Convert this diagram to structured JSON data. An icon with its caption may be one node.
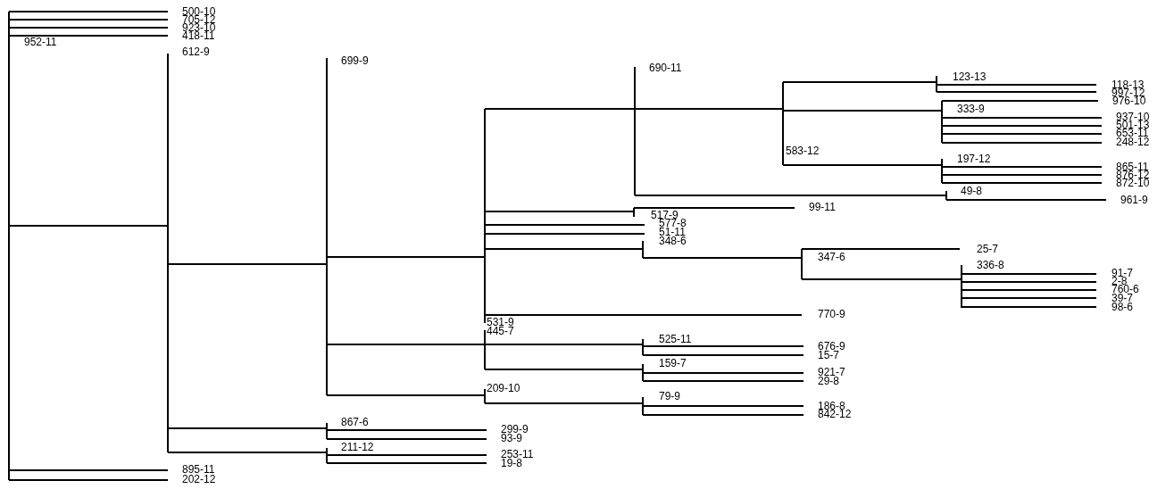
{
  "diagram": {
    "nodes": [
      {
        "text": [
          "952-11"
        ]
      },
      {
        "text": [
          "500-10"
        ]
      },
      {
        "text": [
          "705-12"
        ]
      },
      {
        "text": [
          "923-10"
        ]
      },
      {
        "text": [
          "418-11"
        ]
      },
      {
        "text": [
          "612-9"
        ]
      },
      {
        "text": [
          "699-9"
        ]
      },
      {
        "text": [
          "690-11"
        ]
      },
      {
        "text": [
          "123-13"
        ]
      },
      {
        "text": [
          "118-13"
        ]
      },
      {
        "text": [
          "997-12"
        ]
      },
      {
        "text": [
          "976-10"
        ]
      },
      {
        "text": [
          "333-9"
        ]
      },
      {
        "text": [
          "937-10"
        ]
      },
      {
        "text": [
          "501-13"
        ]
      },
      {
        "text": [
          "653-11"
        ]
      },
      {
        "text": [
          "248-12"
        ]
      },
      {
        "text": [
          "583-12"
        ]
      },
      {
        "text": [
          "197-12"
        ]
      },
      {
        "text": [
          "865-11"
        ]
      },
      {
        "text": [
          "876-12"
        ]
      },
      {
        "text": [
          "872-10"
        ]
      },
      {
        "text": [
          "49-8"
        ]
      },
      {
        "text": [
          "961-9"
        ]
      },
      {
        "text": [
          "517-9"
        ]
      },
      {
        "text": [
          "99-11"
        ]
      },
      {
        "text": [
          "577-8"
        ]
      },
      {
        "text": [
          "51-11"
        ]
      },
      {
        "text": [
          "348-6"
        ]
      },
      {
        "text": [
          "25-7"
        ]
      },
      {
        "text": [
          "347-6"
        ]
      },
      {
        "text": [
          "336-8"
        ]
      },
      {
        "text": [
          "91-7"
        ]
      },
      {
        "text": [
          "2-8"
        ]
      },
      {
        "text": [
          "760-6"
        ]
      },
      {
        "text": [
          "39-7"
        ]
      },
      {
        "text": [
          "98-6"
        ]
      },
      {
        "text": [
          "770-9"
        ]
      },
      {
        "text": [
          "531-9"
        ]
      },
      {
        "text": [
          "445-7"
        ]
      },
      {
        "text": [
          "525-11"
        ]
      },
      {
        "text": [
          "676-9"
        ]
      },
      {
        "text": [
          "15-7"
        ]
      },
      {
        "text": [
          "159-7"
        ]
      },
      {
        "text": [
          "921-7"
        ]
      },
      {
        "text": [
          "29-8"
        ]
      },
      {
        "text": [
          "209-10"
        ]
      },
      {
        "text": [
          "79-9"
        ]
      },
      {
        "text": [
          "186-8"
        ]
      },
      {
        "text": [
          "842-12"
        ]
      },
      {
        "text": [
          "867-6"
        ]
      },
      {
        "text": [
          "299-9"
        ]
      },
      {
        "text": [
          "93-9"
        ]
      },
      {
        "text": [
          "211-12"
        ]
      },
      {
        "text": [
          "253-11"
        ]
      },
      {
        "text": [
          "19-8"
        ]
      },
      {
        "text": [
          "895-11"
        ]
      },
      {
        "text": [
          "202-12"
        ]
      }
    ],
    "edges": [
      {
        "from": 0,
        "to": 1,
        "arrow": "none"
      },
      {
        "from": 0,
        "to": 2,
        "arrow": "none"
      },
      {
        "from": 0,
        "to": 3,
        "arrow": "none"
      },
      {
        "from": 0,
        "to": 4,
        "arrow": "none"
      },
      {
        "from": 0,
        "to": 5,
        "arrow": "none"
      },
      {
        "from": 0,
        "to": 56,
        "arrow": "none"
      },
      {
        "from": 0,
        "to": 57,
        "arrow": "none"
      },
      {
        "from": 5,
        "to": 6,
        "arrow": "none"
      },
      {
        "from": 5,
        "to": 50,
        "arrow": "none"
      },
      {
        "from": 5,
        "to": 53,
        "arrow": "none"
      },
      {
        "from": 6,
        "to": 38,
        "arrow": "none"
      },
      {
        "from": 6,
        "to": 39,
        "arrow": "none"
      },
      {
        "from": 6,
        "to": 46,
        "arrow": "none"
      },
      {
        "from": 38,
        "to": 7,
        "arrow": "none"
      },
      {
        "from": 38,
        "to": 24,
        "arrow": "none"
      },
      {
        "from": 38,
        "to": 26,
        "arrow": "none"
      },
      {
        "from": 38,
        "to": 27,
        "arrow": "none"
      },
      {
        "from": 38,
        "to": 28,
        "arrow": "none"
      },
      {
        "from": 38,
        "to": 37,
        "arrow": "none"
      },
      {
        "from": 7,
        "to": 17,
        "arrow": "none"
      },
      {
        "from": 7,
        "to": 22,
        "arrow": "none"
      },
      {
        "from": 17,
        "to": 8,
        "arrow": "none"
      },
      {
        "from": 17,
        "to": 12,
        "arrow": "none"
      },
      {
        "from": 17,
        "to": 18,
        "arrow": "none"
      },
      {
        "from": 8,
        "to": 9,
        "arrow": "none"
      },
      {
        "from": 8,
        "to": 10,
        "arrow": "none"
      },
      {
        "from": 12,
        "to": 11,
        "arrow": "none"
      },
      {
        "from": 12,
        "to": 13,
        "arrow": "none"
      },
      {
        "from": 12,
        "to": 14,
        "arrow": "none"
      },
      {
        "from": 12,
        "to": 15,
        "arrow": "none"
      },
      {
        "from": 12,
        "to": 16,
        "arrow": "none"
      },
      {
        "from": 18,
        "to": 19,
        "arrow": "none"
      },
      {
        "from": 18,
        "to": 20,
        "arrow": "none"
      },
      {
        "from": 18,
        "to": 21,
        "arrow": "none"
      },
      {
        "from": 22,
        "to": 23,
        "arrow": "none"
      },
      {
        "from": 24,
        "to": 25,
        "arrow": "none"
      },
      {
        "from": 28,
        "to": 30,
        "arrow": "none"
      },
      {
        "from": 30,
        "to": 29,
        "arrow": "none"
      },
      {
        "from": 30,
        "to": 31,
        "arrow": "none"
      },
      {
        "from": 31,
        "to": 32,
        "arrow": "none"
      },
      {
        "from": 31,
        "to": 33,
        "arrow": "none"
      },
      {
        "from": 31,
        "to": 34,
        "arrow": "none"
      },
      {
        "from": 31,
        "to": 35,
        "arrow": "none"
      },
      {
        "from": 31,
        "to": 36,
        "arrow": "none"
      },
      {
        "from": 39,
        "to": 40,
        "arrow": "none"
      },
      {
        "from": 39,
        "to": 43,
        "arrow": "none"
      },
      {
        "from": 40,
        "to": 41,
        "arrow": "none"
      },
      {
        "from": 40,
        "to": 42,
        "arrow": "none"
      },
      {
        "from": 43,
        "to": 44,
        "arrow": "none"
      },
      {
        "from": 43,
        "to": 45,
        "arrow": "none"
      },
      {
        "from": 46,
        "to": 47,
        "arrow": "none"
      },
      {
        "from": 47,
        "to": 48,
        "arrow": "none"
      },
      {
        "from": 47,
        "to": 49,
        "arrow": "none"
      },
      {
        "from": 50,
        "to": 51,
        "arrow": "none"
      },
      {
        "from": 50,
        "to": 52,
        "arrow": "none"
      },
      {
        "from": 53,
        "to": 54,
        "arrow": "none"
      },
      {
        "from": 53,
        "to": 55,
        "arrow": "none"
      }
    ]
  }
}
